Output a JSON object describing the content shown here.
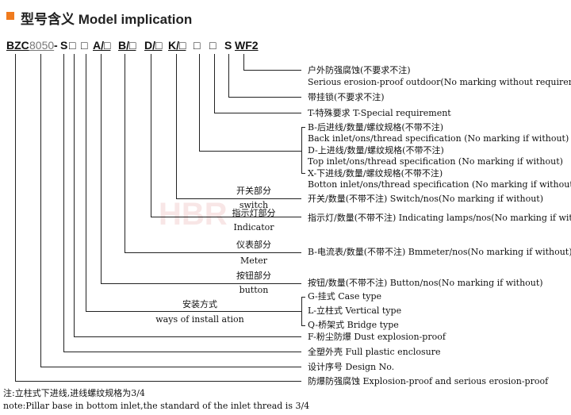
{
  "title": "型号含义  Model implication",
  "accent": "#f07b1e",
  "code": {
    "bzc": "BZC",
    "series": "8050",
    "dash": "-",
    "s1": "S",
    "box": "□",
    "a": "A/□",
    "b": "B/□",
    "d": "D/□",
    "k": "K/□",
    "s2": "S",
    "wf2": "WF2"
  },
  "items": {
    "wf2_cn": "户外防强腐蚀(不要求不注)",
    "wf2_en": "Serious erosion-proof outdoor(No marking without requirement)",
    "lock": "带挂锁(不要求不注)",
    "special": "T-特殊要求 T-Special requirement",
    "back_cn": "B-后进线/数量/螺纹规格(不带不注)",
    "back_en": "Back inlet/ons/thread specification (No marking if without)",
    "top_cn": "D-上进线/数量/螺纹规格(不带不注)",
    "top_en": "Top inlet/ons/thread specification (No marking if without)",
    "bottom_cn": "X-下进线/数量/螺纹规格(不带不注)",
    "bottom_en": "Botton inlet/ons/thread specification (No marking if without)",
    "switch": "开关/数量(不带不注) Switch/nos(No marking if without)",
    "indicator": "指示灯/数量(不带不注) Indicating lamps/nos(No marking if without)",
    "meter": "B-电流表/数量(不带不注)  Bmmeter/nos(No marking if without)",
    "button": "按钮/数量(不带不注) Button/nos(No marking if without)",
    "g": "G-挂式 Case type",
    "l": "L-立柱式 Vertical type",
    "q": "Q-桥架式 Bridge type",
    "f": "F-粉尘防爆 Dust explosion-proof",
    "plastic": "全塑外壳 Full plastic enclosure",
    "design": "设计序号  Design No.",
    "ex": "防爆防强腐蚀 Explosion-proof and serious erosion-proof"
  },
  "labels": {
    "switch_cn": "开关部分",
    "switch_en": "switch",
    "ind_cn": "指示灯部分",
    "ind_en": "Indicator",
    "meter_cn": "仪表部分",
    "meter_en": "Meter",
    "button_cn": "按钮部分",
    "button_en": "button",
    "install_cn": "安装方式",
    "install_en": "ways of install ation"
  },
  "note": {
    "cn": "注:立柱式下进线,进线螺纹规格为3/4",
    "en": "note:Pillar base in bottom inlet,the standard of the inlet thread is 3/4"
  }
}
